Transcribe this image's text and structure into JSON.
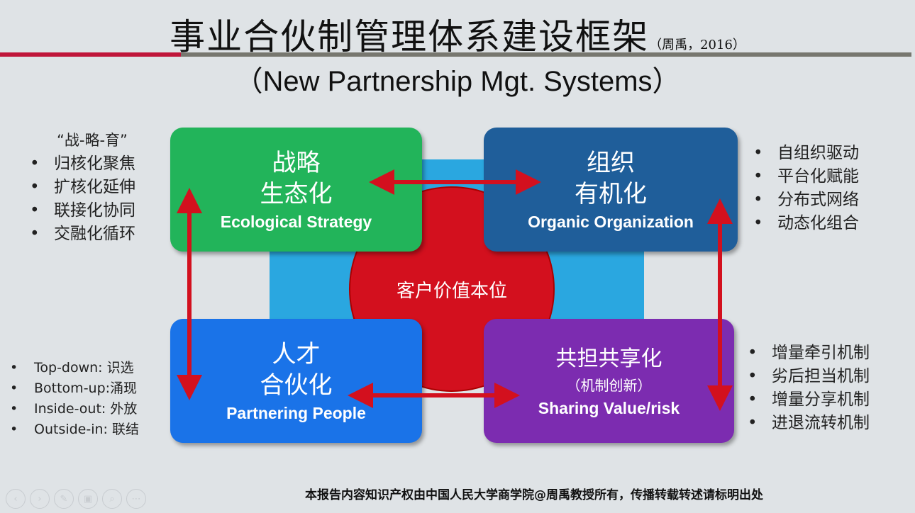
{
  "title": {
    "main": "事业合伙制管理体系建设框架",
    "cite": "（周禹，2016）",
    "subtitle": "（New Partnership Mgt. Systems）"
  },
  "center": "客户价值本位",
  "boxes": [
    {
      "cn1": "战略",
      "cn2": "生态化",
      "en": "Ecological Strategy"
    },
    {
      "cn1": "组织",
      "cn2": "有机化",
      "en": "Organic Organization"
    },
    {
      "cn1": "人才",
      "cn2": "合伙化",
      "en": "Partnering People"
    },
    {
      "cn1": "共担共享化",
      "cn2": "（机制创新）",
      "en": "Sharing Value/risk"
    }
  ],
  "lists": {
    "strategy_head": "“战-略-育”",
    "strategy": [
      "归核化聚焦",
      "扩核化延伸",
      "联接化协同",
      "交融化循环"
    ],
    "organization": [
      "自组织驱动",
      "平台化赋能",
      "分布式网络",
      "动态化组合"
    ],
    "people": [
      "Top-down: 识选",
      "Bottom-up:涌现",
      "Inside-out: 外放",
      "Outside-in: 联结"
    ],
    "sharing": [
      "增量牵引机制",
      "劣后担当机制",
      "增量分享机制",
      "进退流转机制"
    ]
  },
  "footer": "本报告内容知识产权由中国人民大学商学院@周禹教授所有，传播转载转述请标明出处",
  "toolbar": [
    {
      "icon": "previous-icon",
      "glyph": "‹"
    },
    {
      "icon": "next-icon",
      "glyph": "›"
    },
    {
      "icon": "pen-icon",
      "glyph": "✎"
    },
    {
      "icon": "slides-icon",
      "glyph": "▣"
    },
    {
      "icon": "zoom-icon",
      "glyph": "⌕"
    },
    {
      "icon": "more-icon",
      "glyph": "⋯"
    }
  ],
  "colors": {
    "arrow": "#d3101e",
    "green": "#22b45a",
    "navy": "#1f5e9a",
    "blue": "#1a73e8",
    "purple": "#7c2cb0"
  }
}
